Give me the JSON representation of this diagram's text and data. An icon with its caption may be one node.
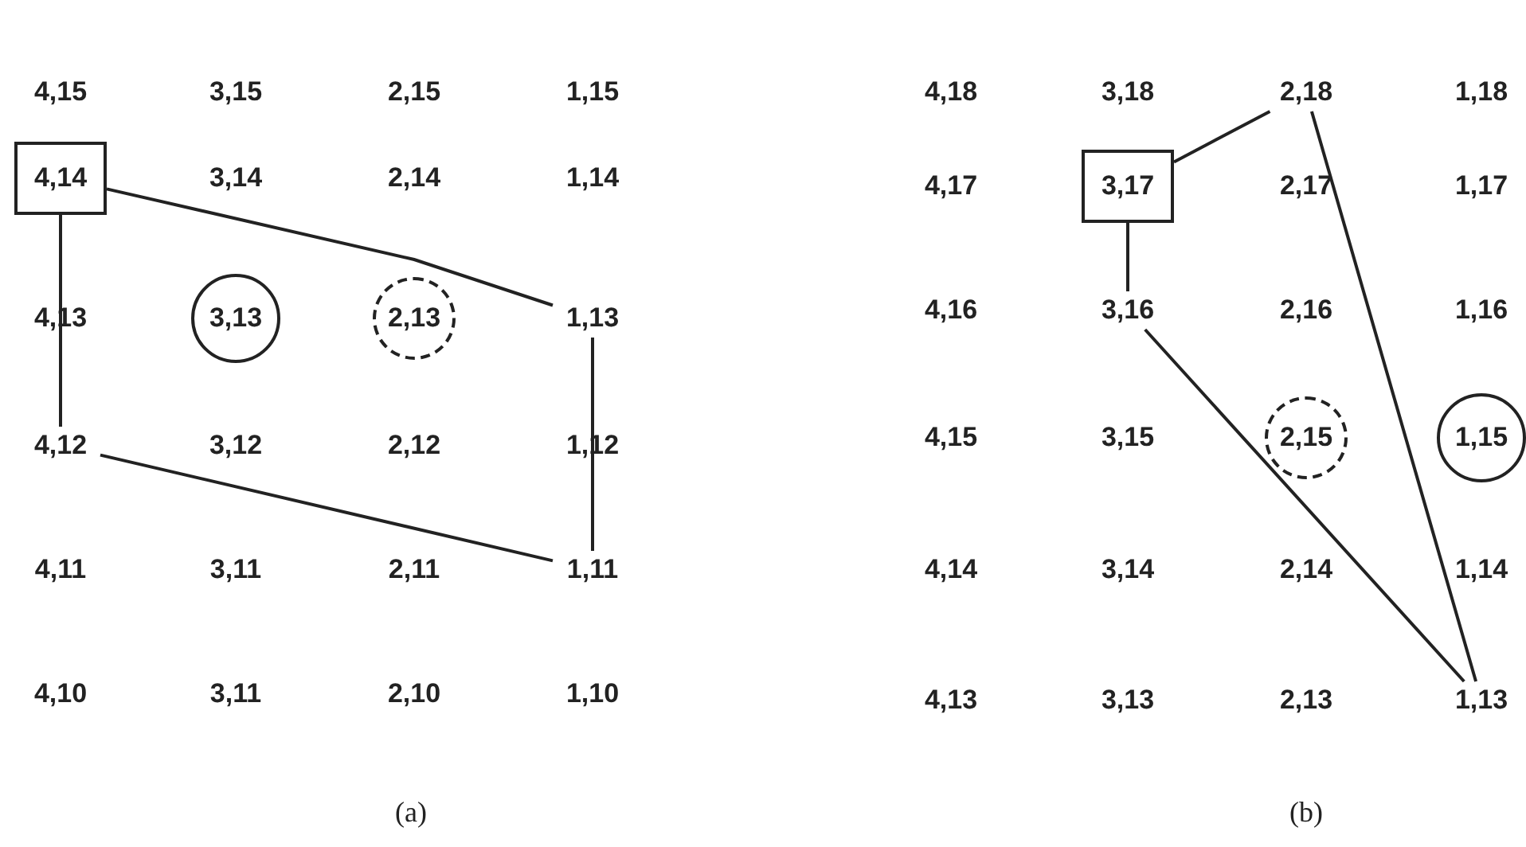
{
  "diagram": {
    "nodes": [
      {
        "text": [
          "4,15"
        ]
      },
      {
        "text": [
          "3,15"
        ]
      },
      {
        "text": [
          "2,15"
        ]
      },
      {
        "text": [
          "1,15"
        ]
      },
      {
        "text": [
          "4,14"
        ]
      },
      {
        "text": [
          "3,14"
        ]
      },
      {
        "text": [
          "2,14"
        ]
      },
      {
        "text": [
          "1,14"
        ]
      },
      {
        "text": [
          "4,13"
        ]
      },
      {
        "text": [
          "3,13"
        ]
      },
      {
        "text": [
          "2,13"
        ]
      },
      {
        "text": [
          "1,13"
        ]
      },
      {
        "text": [
          "4,12"
        ]
      },
      {
        "text": [
          "3,12"
        ]
      },
      {
        "text": [
          "2,12"
        ]
      },
      {
        "text": [
          "1,12"
        ]
      },
      {
        "text": [
          "4,11"
        ]
      },
      {
        "text": [
          "3,11"
        ]
      },
      {
        "text": [
          "2,11"
        ]
      },
      {
        "text": [
          "1,11"
        ]
      },
      {
        "text": [
          "4,10"
        ]
      },
      {
        "text": [
          "3,11"
        ]
      },
      {
        "text": [
          "2,10"
        ]
      },
      {
        "text": [
          "1,10"
        ]
      },
      {
        "text": [
          "4,18"
        ]
      },
      {
        "text": [
          "3,18"
        ]
      },
      {
        "text": [
          "2,18"
        ]
      },
      {
        "text": [
          "1,18"
        ]
      },
      {
        "text": [
          "4,17"
        ]
      },
      {
        "text": [
          "3,17"
        ]
      },
      {
        "text": [
          "2,17"
        ]
      },
      {
        "text": [
          "1,17"
        ]
      },
      {
        "text": [
          "4,16"
        ]
      },
      {
        "text": [
          "3,16"
        ]
      },
      {
        "text": [
          "2,16"
        ]
      },
      {
        "text": [
          "1,16"
        ]
      },
      {
        "text": [
          "4,15"
        ]
      },
      {
        "text": [
          "3,15"
        ]
      },
      {
        "text": [
          "2,15"
        ]
      },
      {
        "text": [
          "1,15"
        ]
      },
      {
        "text": [
          "4,14"
        ]
      },
      {
        "text": [
          "3,14"
        ]
      },
      {
        "text": [
          "2,14"
        ]
      },
      {
        "text": [
          "1,14"
        ]
      },
      {
        "text": [
          "4,13"
        ]
      },
      {
        "text": [
          "3,13"
        ]
      },
      {
        "text": [
          "2,13"
        ]
      },
      {
        "text": [
          "1,13"
        ]
      }
    ],
    "edges": [
      {
        "from": 4,
        "to": 11,
        "arrow": "none"
      },
      {
        "from": 11,
        "to": 19,
        "arrow": "none"
      },
      {
        "from": 19,
        "to": 12,
        "arrow": "none"
      },
      {
        "from": 12,
        "to": 4,
        "arrow": "none"
      },
      {
        "from": 29,
        "to": 26,
        "arrow": "none"
      },
      {
        "from": 26,
        "to": 47,
        "arrow": "none"
      },
      {
        "from": 47,
        "to": 33,
        "arrow": "none"
      },
      {
        "from": 33,
        "to": 29,
        "arrow": "none"
      }
    ],
    "labels": [
      "(a)",
      "(b)"
    ]
  }
}
